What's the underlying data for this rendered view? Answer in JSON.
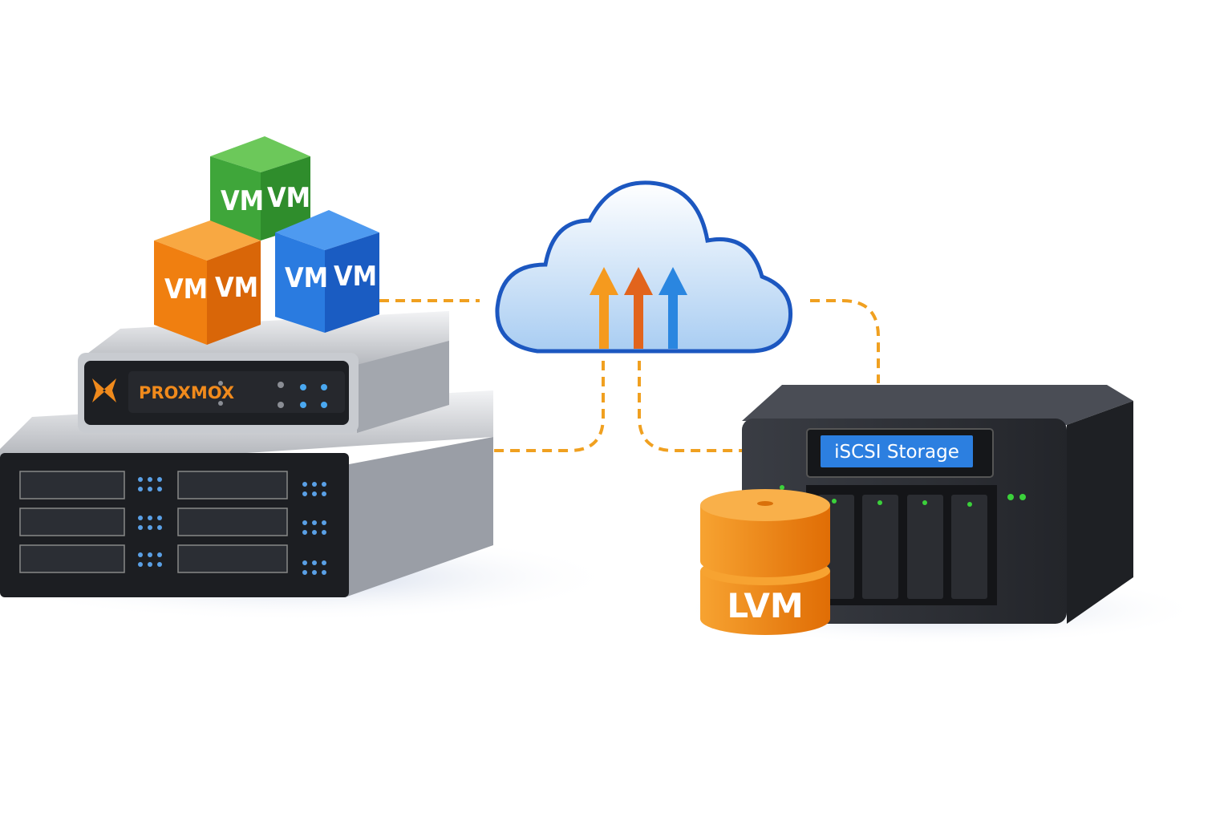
{
  "vms": [
    {
      "label_left": "VM",
      "label_right": "VM",
      "color": "#3fa63a"
    },
    {
      "label_left": "VM",
      "label_right": "VM",
      "color": "#f07f10"
    },
    {
      "label_left": "VM",
      "label_right": "VM",
      "color": "#1f6fd6"
    }
  ],
  "host": {
    "brand": "PROXMOX",
    "brand_color": "#f08a1c"
  },
  "storage": {
    "display": "iSCSI Storage",
    "display_color": "#2c7fe0"
  },
  "volume": {
    "label": "LVM",
    "color": "#f2860f"
  },
  "colors": {
    "connector": "#f0a020",
    "cloud_outline": "#1c57c0",
    "led": "#3bd13b"
  },
  "icons": [
    "proxmox-logo-icon",
    "cloud-icon",
    "upload-arrows-icon"
  ]
}
